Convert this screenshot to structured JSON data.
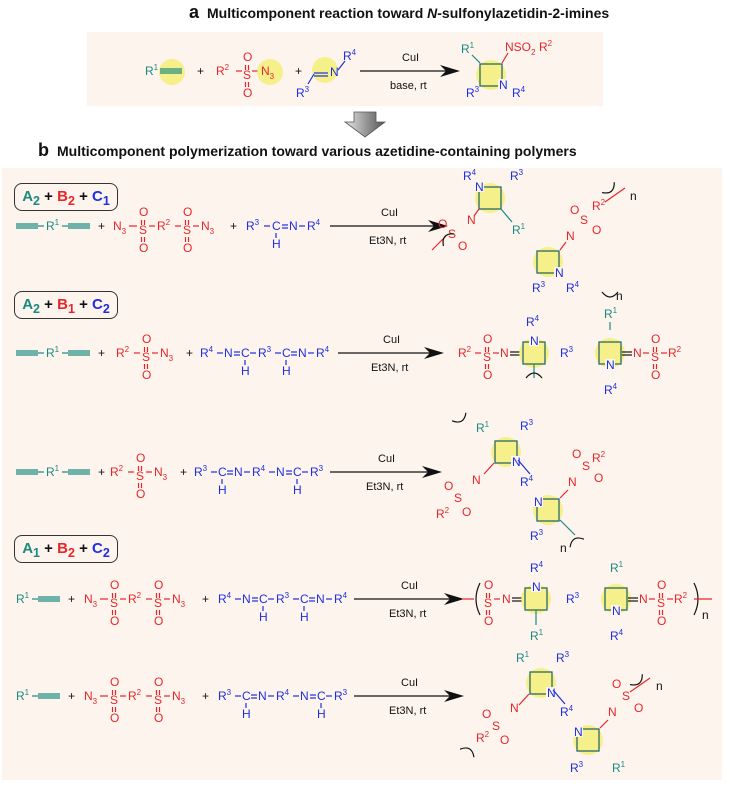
{
  "panel_a": {
    "label": "a",
    "title_prefix": "Multicomponent reaction toward ",
    "title_italic": "N",
    "title_suffix": "-sulfonylazetidin-2-imines",
    "reagent_top": "CuI",
    "reagent_bottom": "base, rt",
    "reactants": [
      "R1-alkyne",
      "R2-SO2-N3",
      "R3-CH=N-R4"
    ],
    "product": "N-sulfonylazetidin-2-imine (R1, NSO2R2, R3, R4)"
  },
  "panel_b": {
    "label": "b",
    "title": "Multicomponent polymerization toward various azetidine-containing polymers",
    "groups": [
      {
        "tag": [
          "A",
          "2",
          "B",
          "2",
          "C",
          "1"
        ],
        "reactions": [
          {
            "a": "≡−R1−≡",
            "b": "N3−SO2−R2−SO2−N3",
            "c": "R3−CH=N−R4",
            "top": "CuI",
            "bottom": "Et3N, rt"
          }
        ]
      },
      {
        "tag": [
          "A",
          "2",
          "B",
          "1",
          "C",
          "2"
        ],
        "reactions": [
          {
            "a": "≡−R1−≡",
            "b": "R2−SO2−N3",
            "c": "R4−N=CH−R3−CH=N−R4",
            "top": "CuI",
            "bottom": "Et3N, rt"
          },
          {
            "a": "≡−R1−≡",
            "b": "R2−SO2−N3",
            "c": "R3−CH=N−R4−N=CH−R3",
            "top": "CuI",
            "bottom": "Et3N, rt"
          }
        ]
      },
      {
        "tag": [
          "A",
          "1",
          "B",
          "2",
          "C",
          "2"
        ],
        "reactions": [
          {
            "a": "R1−≡",
            "b": "N3−SO2−R2−SO2−N3",
            "c": "R4−N=CH−R3−CH=N−R4",
            "top": "CuI",
            "bottom": "Et3N, rt"
          },
          {
            "a": "R1−≡",
            "b": "N3−SO2−R2−SO2−N3",
            "c": "R3−CH=N−R4−N=CH−R3",
            "top": "CuI",
            "bottom": "Et3N, rt"
          }
        ]
      }
    ]
  },
  "labels": {
    "R": "R",
    "one": "1",
    "two": "2",
    "three": "3",
    "four": "4",
    "N": "N",
    "S": "S",
    "O": "O",
    "C": "C",
    "H": "H",
    "N3": "N",
    "sub3": "3",
    "plus": "+",
    "n": "n",
    "NSO2R2": "NSO",
    "sub2": "2",
    "R2sup": "R"
  },
  "colors": {
    "teal": "#1a8a80",
    "red": "#e8262a",
    "blue": "#1d2fe0",
    "panel_bg": "#fdf4ee",
    "highlight": "#f3ef6a"
  }
}
